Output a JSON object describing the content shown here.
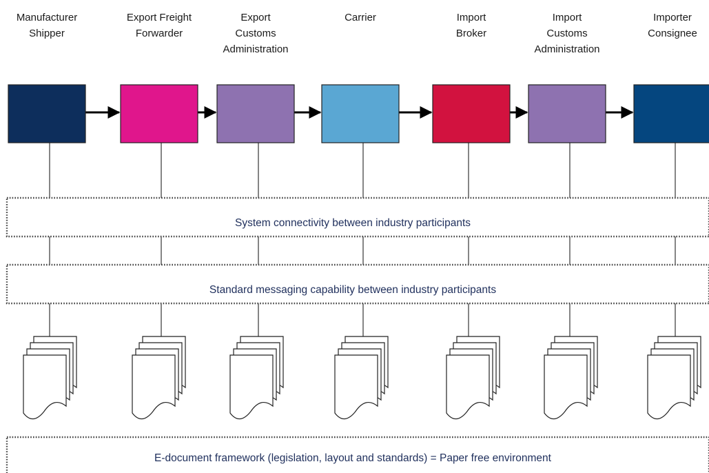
{
  "participants": [
    {
      "lines": [
        "Manufacturer",
        "Shipper"
      ],
      "color": "#0d2e5c"
    },
    {
      "lines": [
        "Export Freight",
        "Forwarder"
      ],
      "color": "#e0168c"
    },
    {
      "lines": [
        "Export",
        "Customs",
        "Administration"
      ],
      "color": "#8e72b0"
    },
    {
      "lines": [
        "Carrier"
      ],
      "color": "#5aa7d3"
    },
    {
      "lines": [
        "Import",
        "Broker"
      ],
      "color": "#d2123f"
    },
    {
      "lines": [
        "Import",
        "Customs",
        "Administration"
      ],
      "color": "#8e72b0"
    },
    {
      "lines": [
        "Importer",
        "Consignee"
      ],
      "color": "#05467f"
    }
  ],
  "bands": {
    "connectivity": "System connectivity between industry participants",
    "messaging": "Standard messaging capability between industry participants",
    "framework": "E-document framework (legislation, layout and standards)  = Paper free environment"
  },
  "icons": {
    "document_stack": "document-stack-icon",
    "arrow": "arrow-right-icon"
  }
}
